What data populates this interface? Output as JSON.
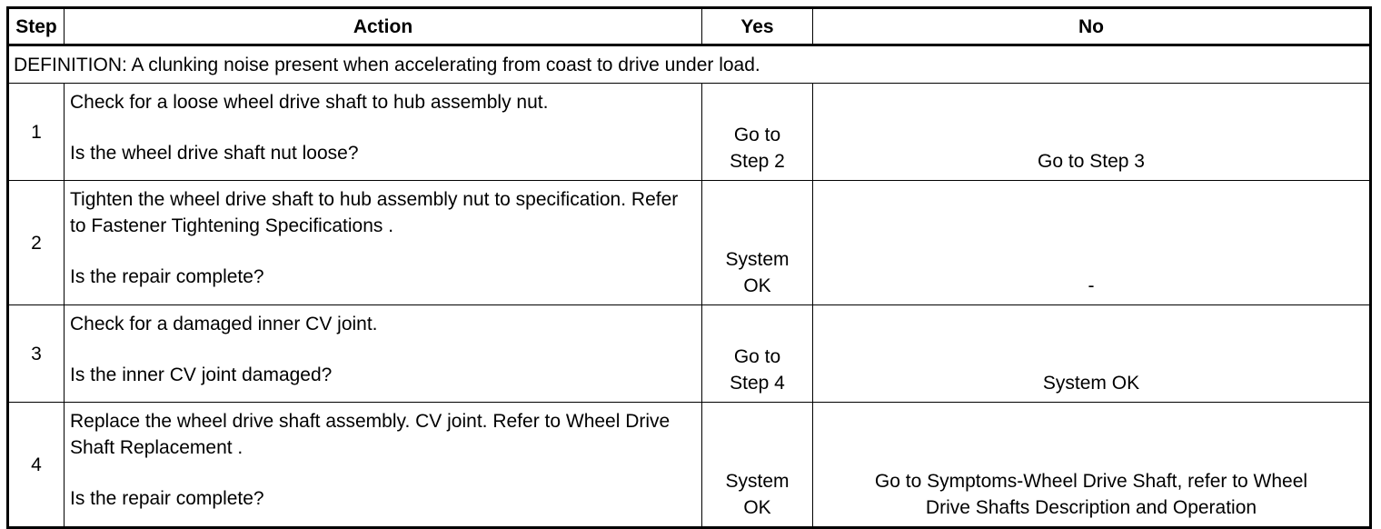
{
  "header": {
    "step": "Step",
    "action": "Action",
    "yes": "Yes",
    "no": "No"
  },
  "definition": "DEFINITION: A clunking noise present when accelerating from coast to drive under load.",
  "steps": [
    {
      "number": "1",
      "instruction": "Check for a loose wheel drive shaft to hub assembly nut.",
      "question": "Is the wheel drive shaft nut loose?",
      "yes_line1": "Go to",
      "yes_line2": "Step 2",
      "no_line1": "",
      "no_line2": "Go to Step 3"
    },
    {
      "number": "2",
      "instruction": "Tighten the wheel drive shaft to hub assembly nut to specification. Refer to Fastener Tightening Specifications .",
      "question": "Is the repair complete?",
      "yes_line1": "System",
      "yes_line2": "OK",
      "no_line1": "",
      "no_line2": "-"
    },
    {
      "number": "3",
      "instruction": "Check for a damaged inner CV joint.",
      "question": "Is the inner CV joint damaged?",
      "yes_line1": "Go to",
      "yes_line2": "Step 4",
      "no_line1": "",
      "no_line2": "System OK"
    },
    {
      "number": "4",
      "instruction": "Replace the wheel drive shaft assembly. CV joint. Refer to Wheel Drive Shaft Replacement .",
      "question": "Is the repair complete?",
      "yes_line1": "System",
      "yes_line2": "OK",
      "no_line1": "Go to Symptoms-Wheel Drive Shaft, refer to Wheel",
      "no_line2": "Drive Shafts Description and Operation"
    }
  ]
}
